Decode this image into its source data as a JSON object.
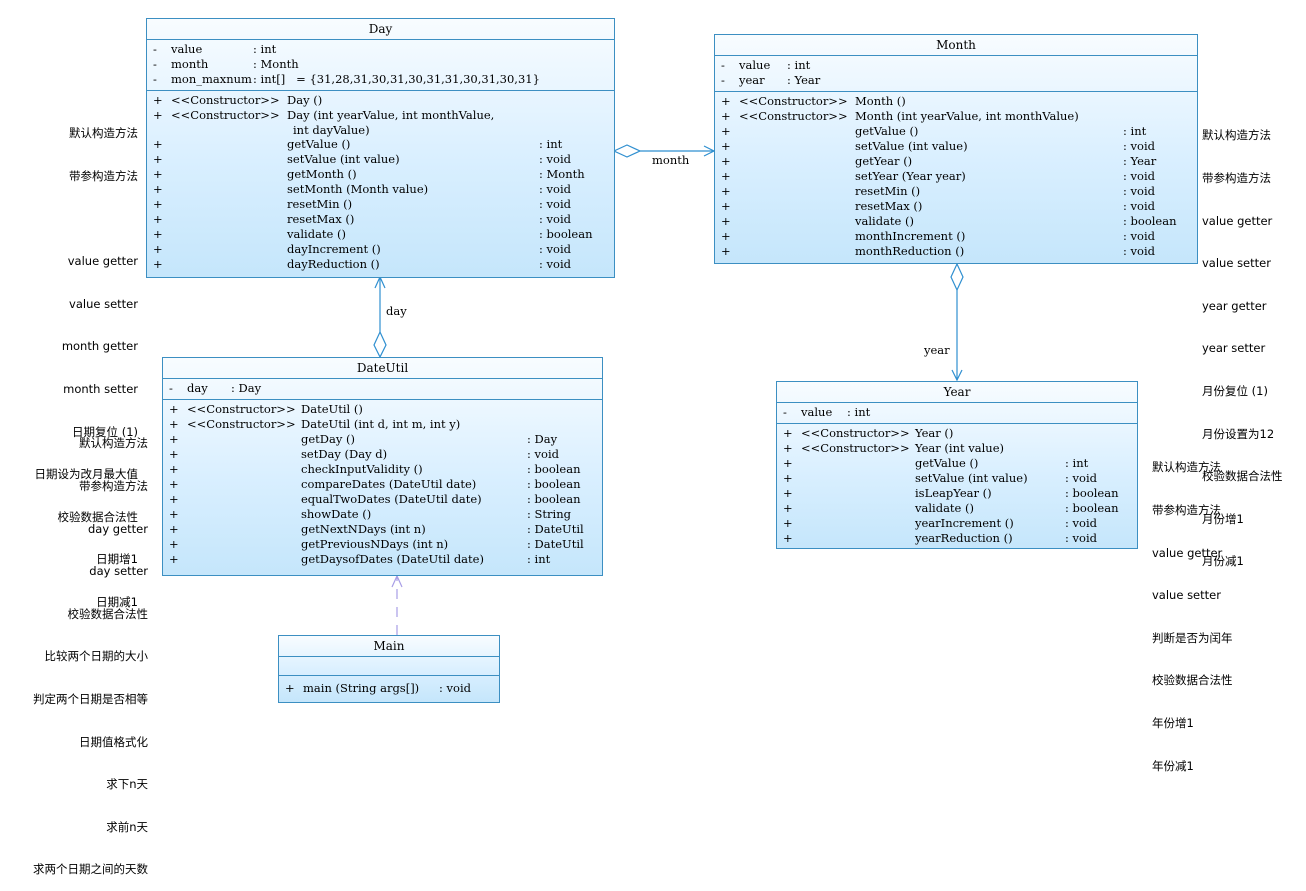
{
  "classes": {
    "day": {
      "name": "Day",
      "attrs": [
        {
          "v": "-",
          "n": "value",
          "t": ": int"
        },
        {
          "v": "-",
          "n": "month",
          "t": ": Month"
        },
        {
          "v": "-",
          "n": "mon_maxnum",
          "t": ": int[]   = {31,28,31,30,31,30,31,31,30,31,30,31}"
        }
      ],
      "ctor1": {
        "v": "+",
        "s": "<<Constructor>>",
        "n": "Day ()"
      },
      "ctor2": {
        "v": "+",
        "s": "<<Constructor>>",
        "n": "Day (int yearValue, int monthValue,",
        "n2": "int dayValue)"
      },
      "ops": [
        {
          "v": "+",
          "n": "getValue ()",
          "t": ": int"
        },
        {
          "v": "+",
          "n": "setValue (int value)",
          "t": ": void"
        },
        {
          "v": "+",
          "n": "getMonth ()",
          "t": ": Month"
        },
        {
          "v": "+",
          "n": "setMonth (Month value)",
          "t": ": void"
        },
        {
          "v": "+",
          "n": "resetMin ()",
          "t": ": void"
        },
        {
          "v": "+",
          "n": "resetMax ()",
          "t": ": void"
        },
        {
          "v": "+",
          "n": "validate ()",
          "t": ": boolean"
        },
        {
          "v": "+",
          "n": "dayIncrement ()",
          "t": ": void"
        },
        {
          "v": "+",
          "n": "dayReduction ()",
          "t": ": void"
        }
      ]
    },
    "month": {
      "name": "Month",
      "attrs": [
        {
          "v": "-",
          "n": "value",
          "t": ": int"
        },
        {
          "v": "-",
          "n": "year",
          "t": ": Year"
        }
      ],
      "ctor1": {
        "v": "+",
        "s": "<<Constructor>>",
        "n": "Month ()"
      },
      "ctor2": {
        "v": "+",
        "s": "<<Constructor>>",
        "n": "Month (int yearValue, int monthValue)"
      },
      "ops": [
        {
          "v": "+",
          "n": "getValue ()",
          "t": ": int"
        },
        {
          "v": "+",
          "n": "setValue (int value)",
          "t": ": void"
        },
        {
          "v": "+",
          "n": "getYear ()",
          "t": ": Year"
        },
        {
          "v": "+",
          "n": "setYear (Year year)",
          "t": ": void"
        },
        {
          "v": "+",
          "n": "resetMin ()",
          "t": ": void"
        },
        {
          "v": "+",
          "n": "resetMax ()",
          "t": ": void"
        },
        {
          "v": "+",
          "n": "validate ()",
          "t": ": boolean"
        },
        {
          "v": "+",
          "n": "monthIncrement ()",
          "t": ": void"
        },
        {
          "v": "+",
          "n": "monthReduction ()",
          "t": ": void"
        }
      ]
    },
    "dateutil": {
      "name": "DateUtil",
      "attrs": [
        {
          "v": "-",
          "n": "day",
          "t": ": Day"
        }
      ],
      "ctor1": {
        "v": "+",
        "s": "<<Constructor>>",
        "n": "DateUtil ()"
      },
      "ctor2": {
        "v": "+",
        "s": "<<Constructor>>",
        "n": "DateUtil (int d, int m, int y)"
      },
      "ops": [
        {
          "v": "+",
          "n": "getDay ()",
          "t": ": Day"
        },
        {
          "v": "+",
          "n": "setDay (Day d)",
          "t": ": void"
        },
        {
          "v": "+",
          "n": "checkInputValidity ()",
          "t": ": boolean"
        },
        {
          "v": "+",
          "n": "compareDates (DateUtil date)",
          "t": ": boolean"
        },
        {
          "v": "+",
          "n": "equalTwoDates (DateUtil date)",
          "t": ": boolean"
        },
        {
          "v": "+",
          "n": "showDate ()",
          "t": ": String"
        },
        {
          "v": "+",
          "n": "getNextNDays (int n)",
          "t": ": DateUtil"
        },
        {
          "v": "+",
          "n": "getPreviousNDays (int n)",
          "t": ": DateUtil"
        },
        {
          "v": "+",
          "n": "getDaysofDates (DateUtil date)",
          "t": ": int"
        }
      ]
    },
    "year": {
      "name": "Year",
      "attrs": [
        {
          "v": "-",
          "n": "value",
          "t": ": int"
        }
      ],
      "ctor1": {
        "v": "+",
        "s": "<<Constructor>>",
        "n": "Year ()"
      },
      "ctor2": {
        "v": "+",
        "s": "<<Constructor>>",
        "n": "Year (int value)"
      },
      "ops": [
        {
          "v": "+",
          "n": "getValue ()",
          "t": ": int"
        },
        {
          "v": "+",
          "n": "setValue (int value)",
          "t": ": void"
        },
        {
          "v": "+",
          "n": "isLeapYear ()",
          "t": ": boolean"
        },
        {
          "v": "+",
          "n": "validate ()",
          "t": ": boolean"
        },
        {
          "v": "+",
          "n": "yearIncrement ()",
          "t": ": void"
        },
        {
          "v": "+",
          "n": "yearReduction ()",
          "t": ": void"
        }
      ]
    },
    "main": {
      "name": "Main",
      "ops": [
        {
          "v": "+",
          "n": "main (String args[])",
          "t": ": void"
        }
      ]
    }
  },
  "notes": {
    "day": [
      "默认构造方法",
      "带参构造方法",
      "",
      "value getter",
      "value setter",
      "month getter",
      "month setter",
      "日期复位 (1)",
      "日期设为改月最大值",
      "校验数据合法性",
      "日期增1",
      "日期减1"
    ],
    "month": [
      "默认构造方法",
      "带参构造方法",
      "value getter",
      "value setter",
      "year getter",
      "year setter",
      "月份复位 (1)",
      "月份设置为12",
      "校验数据合法性",
      "月份增1",
      "月份减1"
    ],
    "dateutil": [
      "默认构造方法",
      "带参构造方法",
      "day getter",
      "day setter",
      "校验数据合法性",
      "比较两个日期的大小",
      "判定两个日期是否相等",
      "日期值格式化",
      "求下n天",
      "求前n天",
      "求两个日期之间的天数"
    ],
    "year": [
      "默认构造方法",
      "带参构造方法",
      "value getter",
      "value setter",
      "判断是否为闰年",
      "校验数据合法性",
      "年份增1",
      "年份减1"
    ]
  },
  "associations": {
    "day_month": "month",
    "dateutil_day": "day",
    "month_year": "year"
  },
  "colors": {
    "border": "#3c8fc2",
    "line": "#2f8fd0",
    "dependency": "#a89ee6"
  }
}
